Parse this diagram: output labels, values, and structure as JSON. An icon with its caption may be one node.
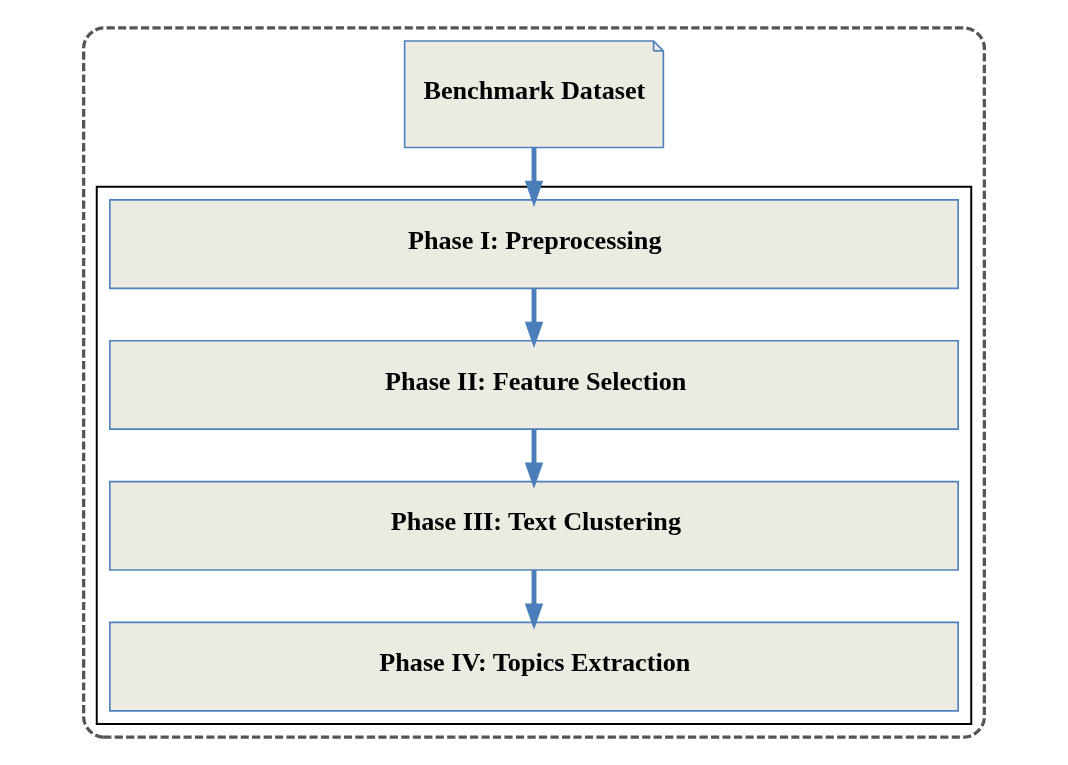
{
  "diagram": {
    "nodes": [
      {
        "text": [],
        "shape": "box"
      },
      {
        "text": [
          "Benchmark Dataset"
        ],
        "in": 0
      },
      {
        "text": [],
        "shape": "box",
        "in": 0
      },
      {
        "text": [
          "Phase I: Preprocessing"
        ],
        "in": 2
      },
      {
        "text": [
          "Phase II: Feature Selection"
        ],
        "in": 2
      },
      {
        "text": [
          "Phase III: Text Clustering"
        ],
        "in": 2
      },
      {
        "text": [
          "Phase IV: Topics Extraction"
        ],
        "in": 2
      }
    ],
    "edges": [
      {
        "from": 1,
        "to": 3,
        "arrow": "to"
      },
      {
        "from": 3,
        "to": 4,
        "arrow": "to"
      },
      {
        "from": 4,
        "to": 5,
        "arrow": "to"
      },
      {
        "from": 5,
        "to": 6,
        "arrow": "to"
      }
    ]
  }
}
